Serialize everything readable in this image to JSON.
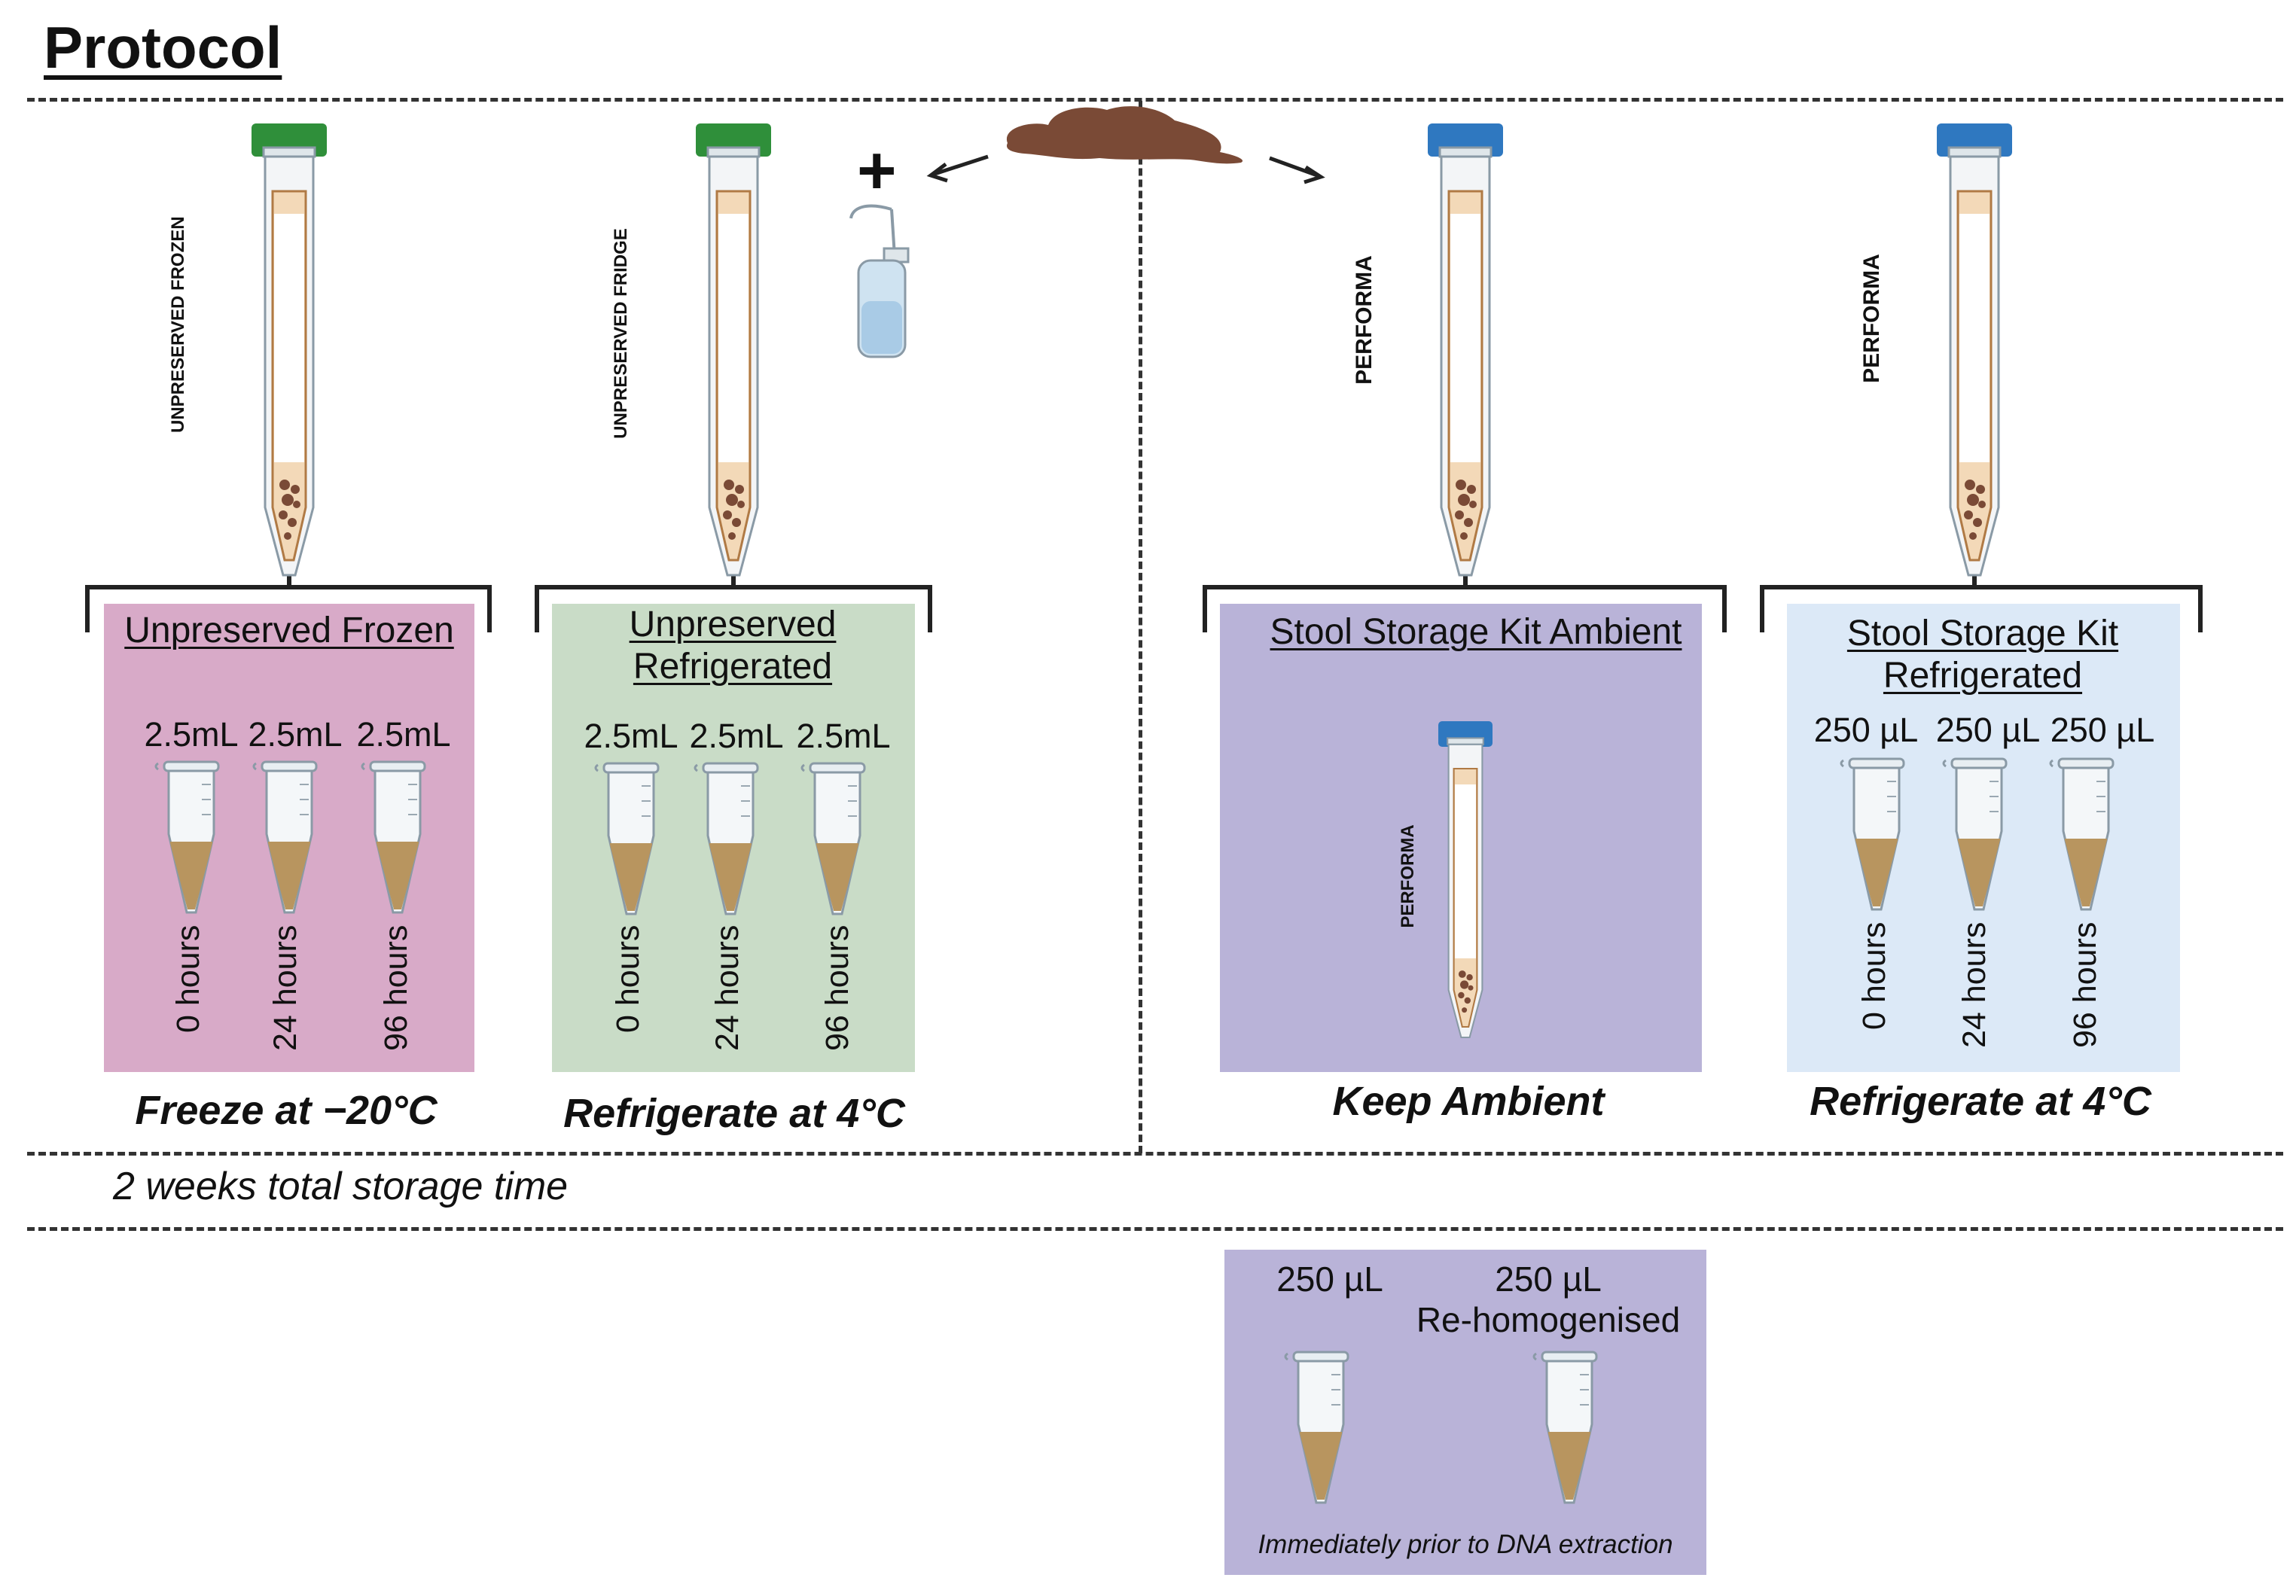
{
  "title": "Protocol",
  "storage_note": "2 weeks total storage time",
  "panels": [
    {
      "title": "Unpreserved Frozen",
      "tube_label": "UNPRESERVED FROZEN",
      "cap_color": "#2f8f3a",
      "bg_color": "#d8aac8",
      "volumes": [
        "2.5mL",
        "2.5mL",
        "2.5mL"
      ],
      "times": [
        "0 hours",
        "24 hours",
        "96 hours"
      ],
      "condition": "Freeze at −20°C"
    },
    {
      "title": "Unpreserved Refrigerated",
      "tube_label": "UNPRESERVED FRIDGE",
      "cap_color": "#2f8f3a",
      "bg_color": "#c9dcc7",
      "volumes": [
        "2.5mL",
        "2.5mL",
        "2.5mL"
      ],
      "times": [
        "0 hours",
        "24 hours",
        "96 hours"
      ],
      "condition": "Refrigerate at 4°C"
    },
    {
      "title": "Stool Storage Kit Ambient",
      "tube_label": "PERFORMA",
      "cap_color": "#2f78c0",
      "bg_color": "#b9b3d8",
      "inner_tube_label": "PERFORMA",
      "condition": "Keep Ambient"
    },
    {
      "title": "Stool Storage Kit Refrigerated",
      "tube_label": "PERFORMA",
      "cap_color": "#2f78c0",
      "bg_color": "#dce9f7",
      "volumes": [
        "250 µL",
        "250 µL",
        "250 µL"
      ],
      "times": [
        "0 hours",
        "24 hours",
        "96 hours"
      ],
      "condition": "Refrigerate at 4°C"
    }
  ],
  "extraction_panel": {
    "bg_color": "#b9b3d8",
    "left_volume": "250 µL",
    "right_volume": "250 µL",
    "right_label": "Re-homogenised",
    "note": "Immediately prior to DNA extraction"
  },
  "plus_sign": "+",
  "colors": {
    "stool": "#7a4a36",
    "tube_contents": "#b8955f",
    "line": "#222222"
  }
}
